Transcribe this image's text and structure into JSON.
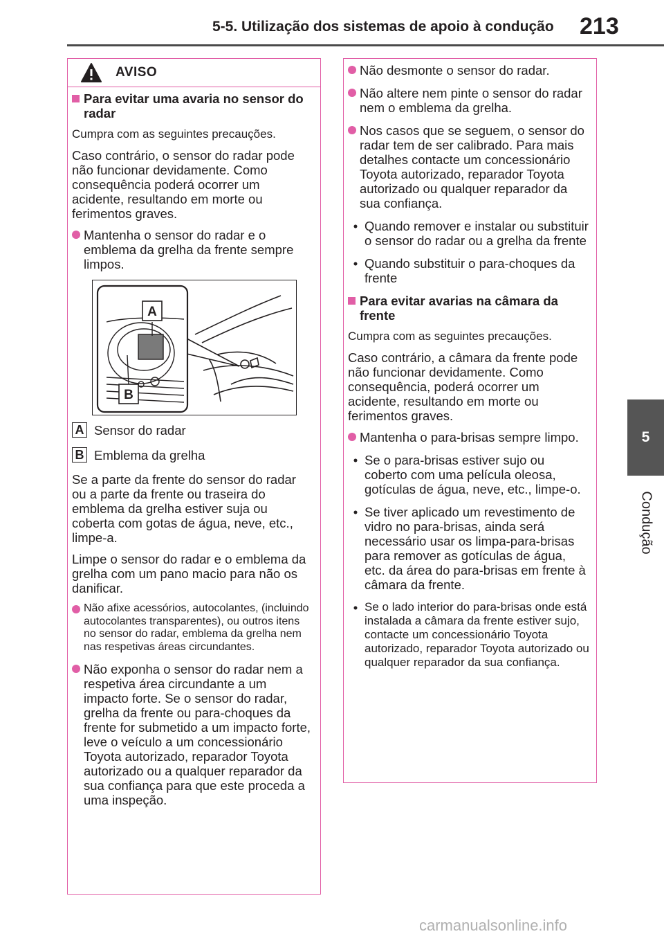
{
  "header": {
    "title": "5-5. Utilização dos sistemas de apoio à condução",
    "page_number": "213"
  },
  "side_tab": {
    "chapter": "5",
    "label": "Condução"
  },
  "left": {
    "aviso": "AVISO",
    "subhead1": "Para evitar uma avaria no sensor do radar",
    "p1": "Cumpra com as seguintes precauções.",
    "p2": "Caso contrário, o sensor do radar pode não funcionar devidamente. Como consequência poderá ocorrer um acidente, resultando em morte ou ferimentos graves.",
    "b1": "Mantenha o sensor do radar e o emblema da grelha da frente sempre limpos.",
    "fig_label_a": "A",
    "fig_label_b": "B",
    "callout_a": {
      "letter": "A",
      "text": "Sensor do radar"
    },
    "callout_b": {
      "letter": "B",
      "text": "Emblema da grelha"
    },
    "p3": "Se a parte da frente do sensor do radar ou a parte da frente ou traseira do emblema da grelha estiver suja ou coberta com gotas de água, neve, etc., limpe-a.",
    "p4": "Limpe o sensor do radar e o emblema da grelha com um pano macio para não os danificar.",
    "b2": "Não afixe acessórios, autocolantes, (incluindo autocolantes transparentes), ou outros itens no sensor do radar, emblema da grelha nem nas respetivas áreas circundantes.",
    "b3": "Não exponha o sensor do radar nem a respetiva área circundante a um impacto forte. Se o sensor do radar, grelha da frente ou para-choques da frente for submetido a um impacto forte, leve o veículo a um concessionário Toyota autorizado, reparador Toyota autorizado ou a qualquer reparador da sua confiança para que este proceda a uma inspeção."
  },
  "right": {
    "b1": "Não desmonte o sensor do radar.",
    "b2": "Não altere nem pinte o sensor do radar nem o emblema da grelha.",
    "b3": "Nos casos que se seguem, o sensor do radar tem de ser calibrado. Para mais detalhes contacte um concessionário Toyota autorizado, reparador Toyota autorizado ou qualquer reparador da sua confiança.",
    "d1": "Quando remover e instalar ou substituir o sensor do radar ou a grelha da frente",
    "d2": "Quando substituir o para-choques da frente",
    "subhead2": "Para evitar avarias na câmara da frente",
    "p1": "Cumpra com as seguintes precauções.",
    "p2": "Caso contrário, a câmara da frente pode não funcionar devidamente. Como consequência, poderá ocorrer um acidente, resultando em morte ou ferimentos graves.",
    "b4": "Mantenha o para-brisas sempre limpo.",
    "d3": "Se o para-brisas estiver sujo ou coberto com uma película oleosa, gotículas de água, neve, etc., limpe-o.",
    "d4": "Se tiver aplicado um revestimento de vidro no para-brisas, ainda será necessário usar os limpa-para-brisas para remover as gotículas de água, etc. da área do para-brisas em frente à câmara da frente.",
    "d5": "Se o lado interior do para-brisas onde está instalada a câmara da frente estiver sujo, contacte um concessionário Toyota autorizado, reparador Toyota autorizado ou qualquer reparador da sua confiança."
  },
  "watermark": "carmanualsonline.info",
  "colors": {
    "accent": "#e15ea6",
    "tab": "#555555"
  }
}
